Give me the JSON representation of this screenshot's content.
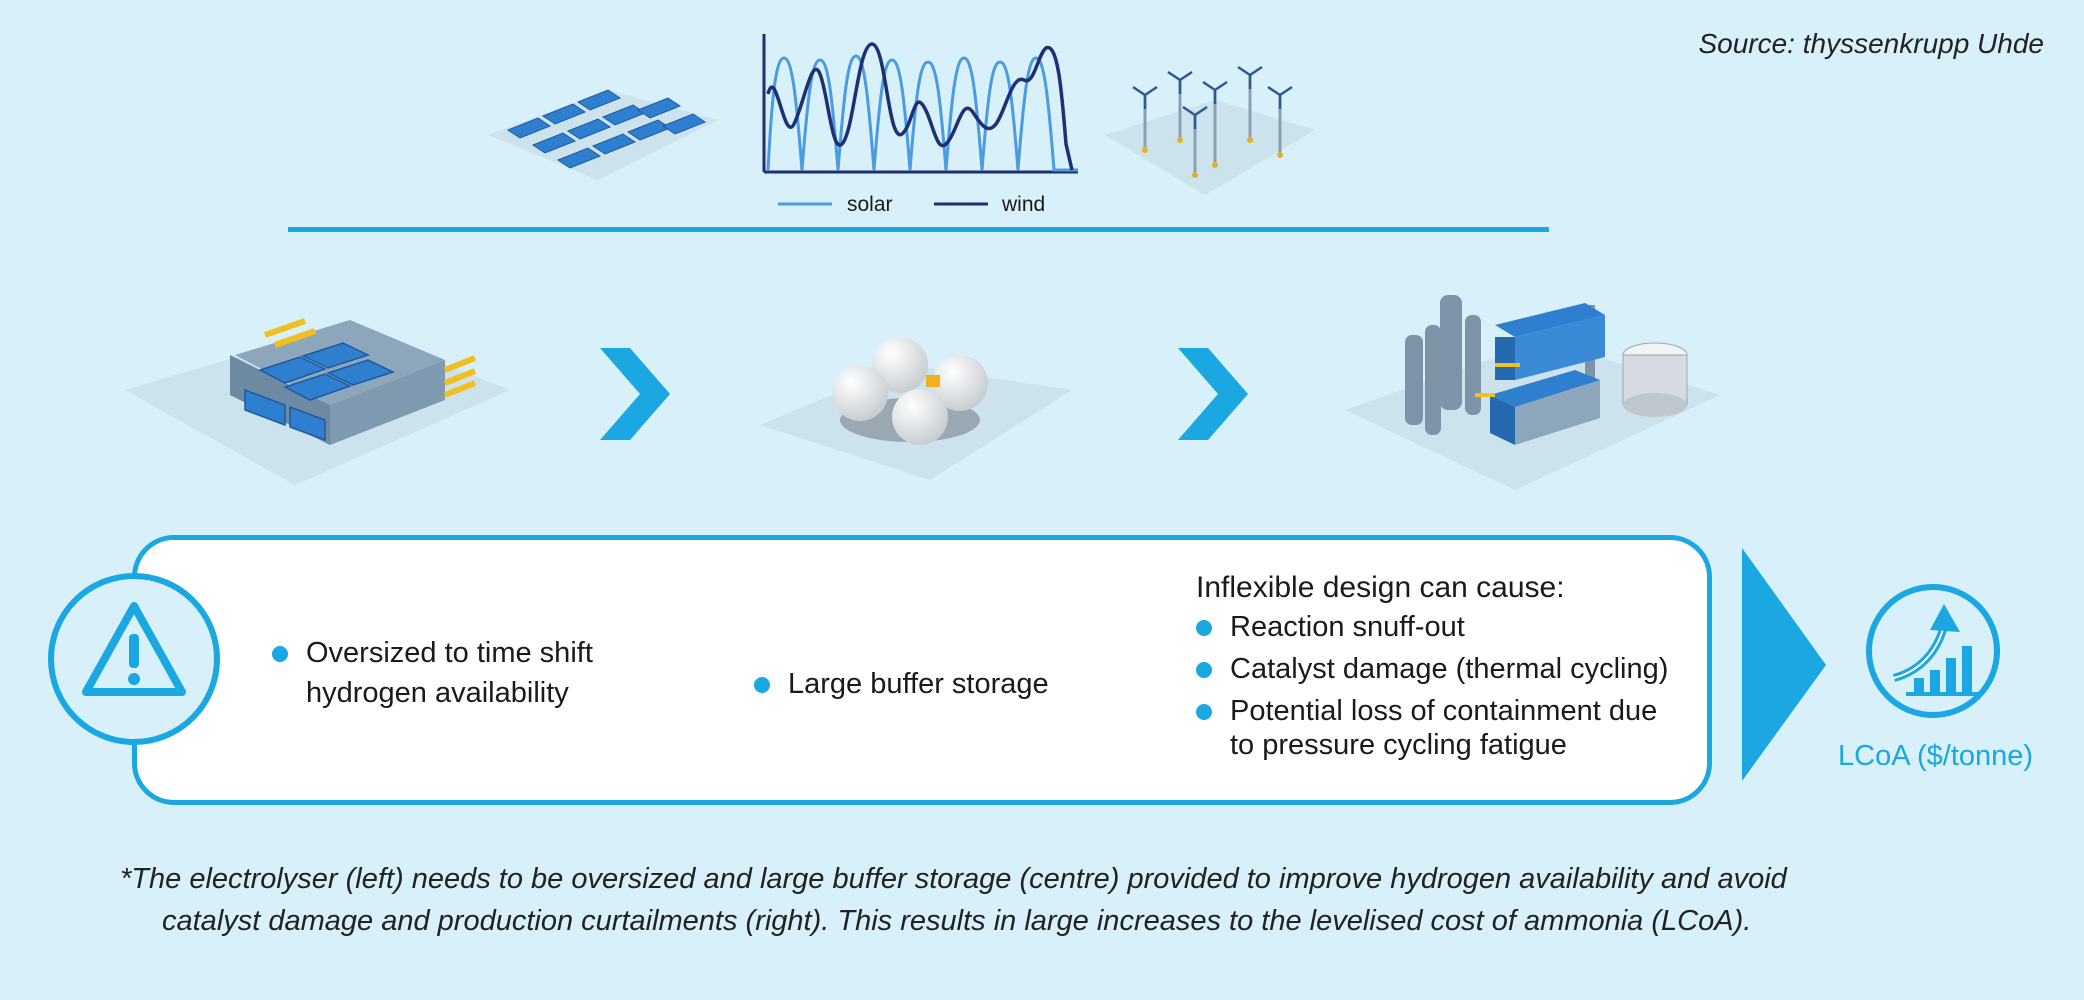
{
  "source": "Source: thyssenkrupp Uhde",
  "legend": {
    "solar": "solar",
    "wind": "wind"
  },
  "colors": {
    "accent": "#1aa7e2",
    "solar_line": "#4a9be0",
    "wind_line": "#1e2f73",
    "background": "#d8f0fa"
  },
  "icons": {
    "solar": "solar-farm-icon",
    "wind": "wind-farm-icon",
    "electrolyser": "electrolyser-icon",
    "storage": "buffer-storage-icon",
    "plant": "ammonia-plant-icon",
    "warning": "warning-icon",
    "lcoa": "cost-rise-icon"
  },
  "info_box": {
    "col1": "Oversized to time shift hydrogen availability",
    "col1_line1": "Oversized to time shift",
    "col1_line2": "hydrogen availability",
    "col2": "Large buffer storage",
    "col3_title": "Inflexible design can cause:",
    "col3_items": [
      "Reaction snuff-out",
      "Catalyst damage (thermal cycling)",
      "Potential loss of containment due to pressure cycling fatigue"
    ],
    "col3_item3_line1": "Potential loss of containment due",
    "col3_item3_line2": "to pressure cycling fatigue"
  },
  "lcoa_label": "LCoA ($/tonne)",
  "caption": {
    "line1": "*The electrolyser (left) needs to be oversized and large buffer storage (centre) provided to improve hydrogen availability and avoid",
    "line2": "catalyst damage and production curtailments (right). This results in large increases to the levelised cost of ammonia (LCoA)."
  }
}
